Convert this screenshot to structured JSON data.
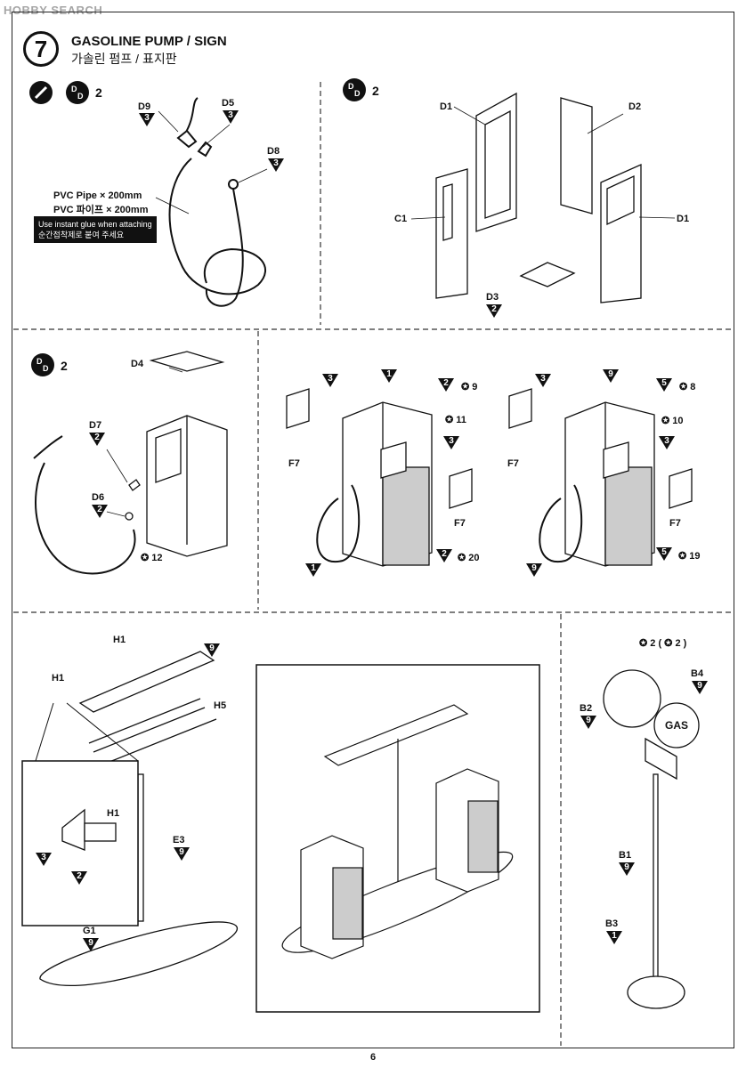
{
  "watermark": "HOBBY SEARCH",
  "step": {
    "number": "7",
    "title_en": "GASOLINE PUMP / SIGN",
    "title_ko": "가솔린 펌프 / 표지판"
  },
  "panel1": {
    "qty": "2",
    "pipe_label_en": "PVC Pipe × 200mm",
    "pipe_label_ko": "PVC 파이프 × 200mm",
    "glue_note_en": "Use instant glue when attaching",
    "glue_note_ko": "순간접착제로 붙여 주세요",
    "parts": [
      {
        "label": "D9",
        "color": "3"
      },
      {
        "label": "D5",
        "color": "3"
      },
      {
        "label": "D8",
        "color": "3"
      }
    ]
  },
  "panel2": {
    "qty": "2",
    "labels": [
      "D1",
      "D2",
      "C1",
      "D1",
      "D3"
    ],
    "d3_color": "2"
  },
  "panel3": {
    "qty": "2",
    "labels": [
      "D4",
      "D7",
      "D6"
    ],
    "d7_color": "2",
    "d6_color": "2",
    "decal": "12"
  },
  "panel4": {
    "pump_a": {
      "colors": [
        "3",
        "1",
        "2",
        "3",
        "2",
        "1"
      ],
      "decals": [
        "9",
        "11",
        "20"
      ],
      "f7_labels": [
        "F7",
        "F7"
      ]
    },
    "pump_b": {
      "colors": [
        "3",
        "9",
        "5",
        "3",
        "5",
        "9"
      ],
      "decals": [
        "8",
        "10",
        "19"
      ],
      "f7_labels": [
        "F7",
        "F7"
      ]
    }
  },
  "panel5": {
    "labels": [
      "H1",
      "H1",
      "H5",
      "E3",
      "G1",
      "H1"
    ],
    "colors": {
      "top": "9",
      "e3": "9",
      "g1": "9",
      "h1_a": "3",
      "h1_b": "2"
    }
  },
  "panel6": {
    "decal_main": "2",
    "decal_paren": "2",
    "labels": [
      "B4",
      "B2",
      "B1",
      "B3"
    ],
    "colors": {
      "b4": "9",
      "b2": "9",
      "b1": "9",
      "b3": "1"
    },
    "sign_text": "GAS"
  },
  "page_number": "6"
}
